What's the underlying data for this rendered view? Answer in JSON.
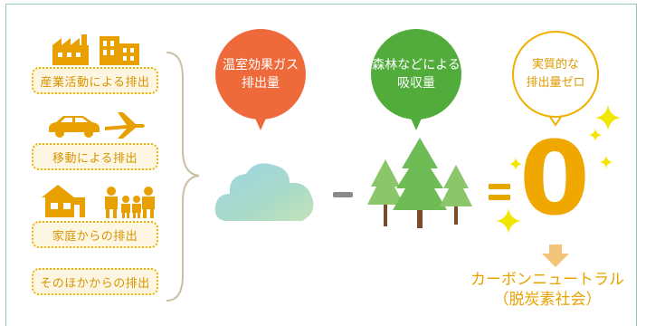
{
  "sources": [
    {
      "label": "産業活動による排出",
      "icon": "factory-building-icon"
    },
    {
      "label": "移動による排出",
      "icon": "car-airplane-icon"
    },
    {
      "label": "家庭からの排出",
      "icon": "house-family-icon"
    },
    {
      "label": "そのほかからの排出",
      "icon": ""
    }
  ],
  "ghg_bubble": {
    "line1": "温室効果ガス",
    "line2": "排出量",
    "color": "#ee6a3a"
  },
  "forest_bubble": {
    "line1": "森林などによる",
    "line2": "吸収量",
    "color": "#52ac3c"
  },
  "zero_bubble": {
    "line1": "実質的な",
    "line2": "排出量ゼロ"
  },
  "zero_value": "0",
  "result": {
    "line1": "カーボンニュートラル",
    "line2": "（脱炭素社会）"
  },
  "colors": {
    "orange": "#f0a800",
    "frame": "#8fc9b6",
    "cloud": "#a8d8e0",
    "tree": "#7cc24e"
  }
}
